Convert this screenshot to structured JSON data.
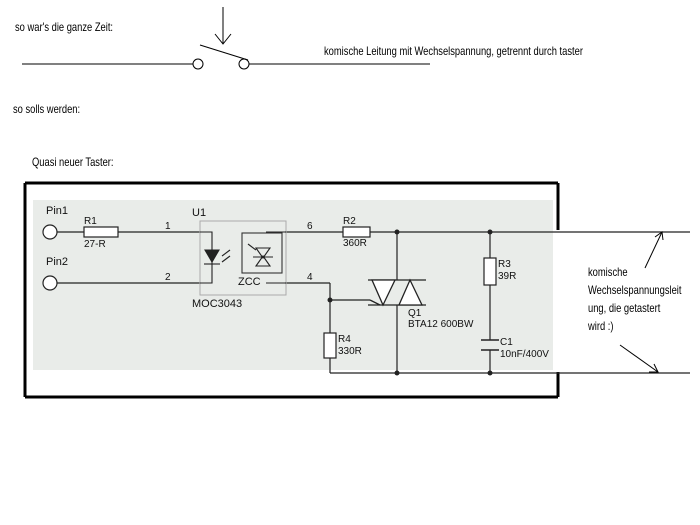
{
  "notes": {
    "before": "so war's die ganze Zeit:",
    "old_line": "komische Leitung mit Wechselspannung, getrennt durch taster",
    "after": "so solls werden:",
    "new_button": "Quasi neuer Taster:",
    "line_label": [
      "komische",
      "Wechselspannungsleit",
      "ung, die getastert",
      "wird :)"
    ]
  },
  "circuit": {
    "pin1": "Pin1",
    "pin2": "Pin2",
    "r1": "R1",
    "r1_val": "27-R",
    "u1": "U1",
    "u1_pin1": "1",
    "u1_pin2": "2",
    "u1_pin6": "6",
    "u1_pin4": "4",
    "zcc": "ZCC",
    "u1_part": "MOC3043",
    "r2": "R2",
    "r2_val": "360R",
    "r4": "R4",
    "r4_val": "330R",
    "q1": "Q1",
    "q1_part": "BTA12 600BW",
    "r3": "R3",
    "r3_val": "39R",
    "c1": "C1",
    "c1_val": "10nF/400V"
  },
  "colors": {
    "ink": "#000000",
    "panel": "#e9ece9",
    "component": "#222222"
  }
}
